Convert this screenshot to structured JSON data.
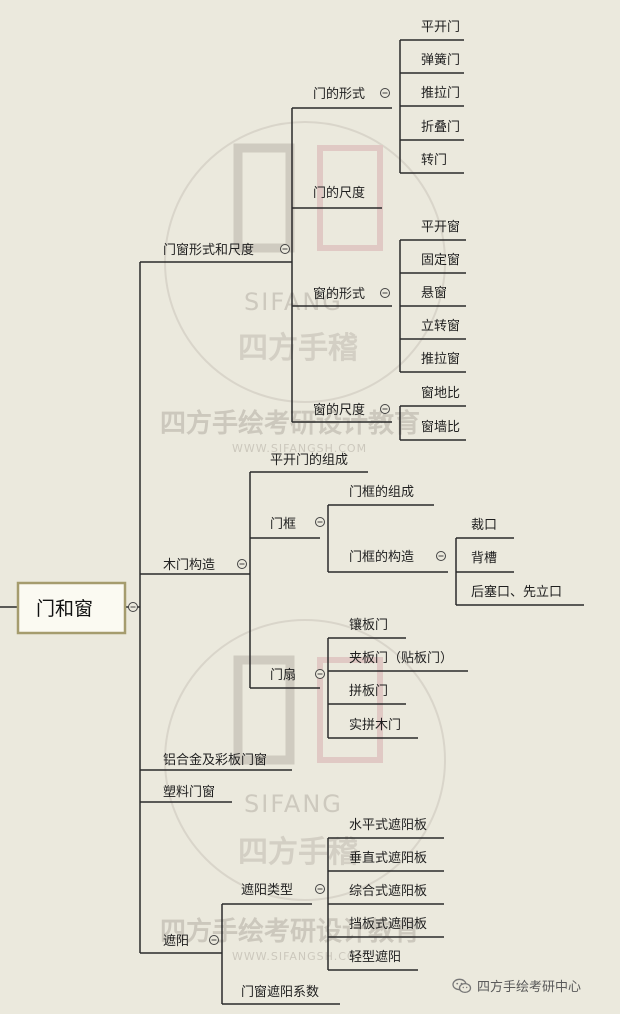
{
  "root": {
    "label": "门和窗"
  },
  "branches": {
    "door_window_form": {
      "label": "门窗形式和尺度",
      "door_form": {
        "label": "门的形式",
        "items": [
          "平开门",
          "弹簧门",
          "推拉门",
          "折叠门",
          "转门"
        ]
      },
      "door_size": {
        "label": "门的尺度"
      },
      "window_form": {
        "label": "窗的形式",
        "items": [
          "平开窗",
          "固定窗",
          "悬窗",
          "立转窗",
          "推拉窗"
        ]
      },
      "window_size": {
        "label": "窗的尺度",
        "items": [
          "窗地比",
          "窗墙比"
        ]
      }
    },
    "wood_door": {
      "label": "木门构造",
      "casement_composition": {
        "label": "平开门的组成"
      },
      "door_frame": {
        "label": "门框",
        "composition": {
          "label": "门框的组成"
        },
        "construction": {
          "label": "门框的构造",
          "items": [
            "裁口",
            "背槽",
            "后塞口、先立口"
          ]
        }
      },
      "door_leaf": {
        "label": "门扇",
        "items": [
          "镶板门",
          "夹板门（贴板门）",
          "拼板门",
          "实拼木门"
        ]
      }
    },
    "aluminum": {
      "label": "铝合金及彩板门窗"
    },
    "plastic": {
      "label": "塑料门窗"
    },
    "shading": {
      "label": "遮阳",
      "types": {
        "label": "遮阳类型",
        "items": [
          "水平式遮阳板",
          "垂直式遮阳板",
          "综合式遮阳板",
          "挡板式遮阳板",
          "轻型遮阳"
        ]
      },
      "coefficient": {
        "label": "门窗遮阳系数"
      }
    }
  },
  "watermarks": {
    "brand_en": "SIFANG",
    "brand_cn": "四方手稽",
    "banner": "四方手绘考研设计教育",
    "url": "WWW.SIFANGSH.COM"
  },
  "footer": {
    "wechat_label": "四方手绘考研中心"
  },
  "colors": {
    "background": "#ebe9dd",
    "line": "#2b2b2b",
    "root_border": "#a59c6e",
    "watermark": "#ccc8bd"
  }
}
